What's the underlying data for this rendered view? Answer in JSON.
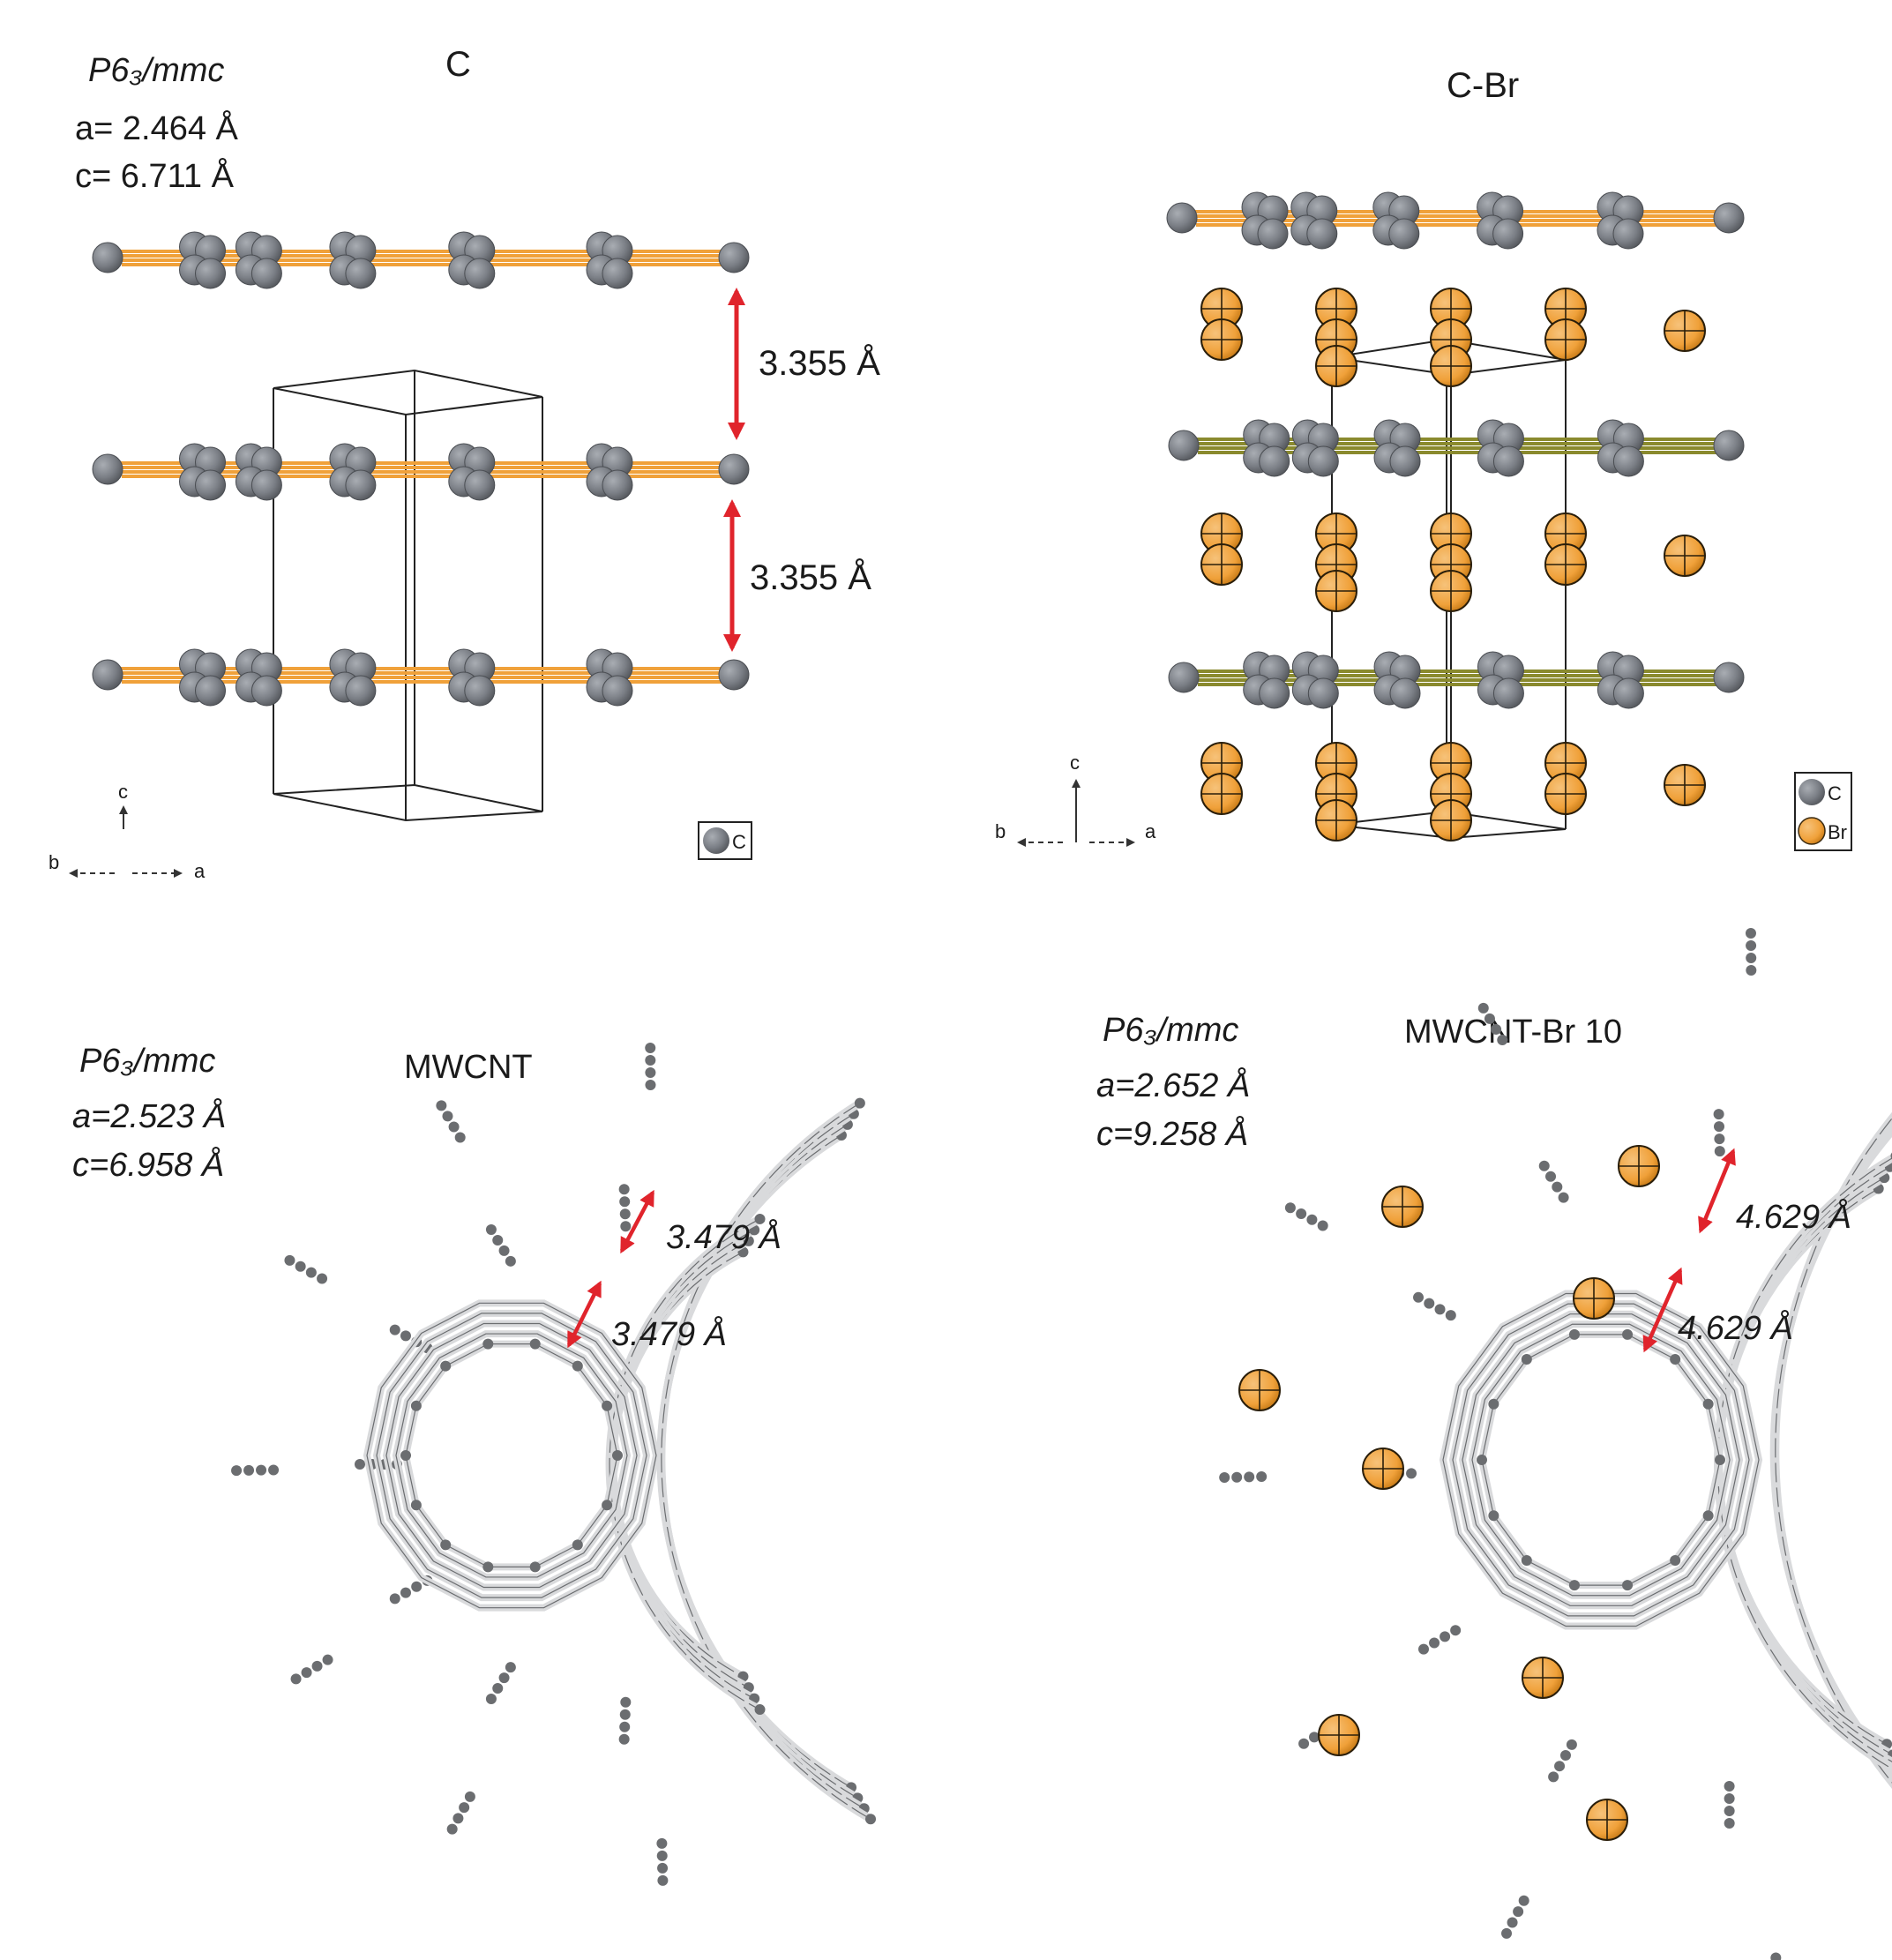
{
  "panels": {
    "graphite": {
      "title": "C",
      "space_group": "P6₃/mmc",
      "lattice_a": "a= 2.464 Å",
      "lattice_c": "c= 6.711 Å",
      "spacing_top": "3.355 Å",
      "spacing_bottom": "3.355 Å",
      "axes": {
        "up": "c",
        "left": "b",
        "right": "a"
      },
      "legend": [
        "C"
      ]
    },
    "bromine_graphite": {
      "title": "C-Br",
      "axes": {
        "up": "c",
        "left": "b",
        "right": "a"
      },
      "legend": [
        "C",
        "Br"
      ]
    },
    "mwcnt": {
      "title": "MWCNT",
      "space_group": "P6₃/mmc",
      "lattice_a": "a=2.523 Å",
      "lattice_c": "c=6.958 Å",
      "spacing_outer": "3.479 Å",
      "spacing_inner": "3.479 Å"
    },
    "mwcnt_br": {
      "title": "MWCNT-Br 10",
      "space_group": "P6₃/mmc",
      "lattice_a": "a=2.652 Å",
      "lattice_c": "c=9.258 Å",
      "spacing_outer": "4.629 Å",
      "spacing_inner": "4.629 Å"
    }
  },
  "colors": {
    "carbon_atom": "#7b7f86",
    "graphite_bond": "#f0a13a",
    "cbr_bond": "#8a8a2e",
    "bromine_atom": "#f0a13a",
    "spacing_arrow": "#e0242c",
    "nanotube_bond": "#d9dadc"
  }
}
